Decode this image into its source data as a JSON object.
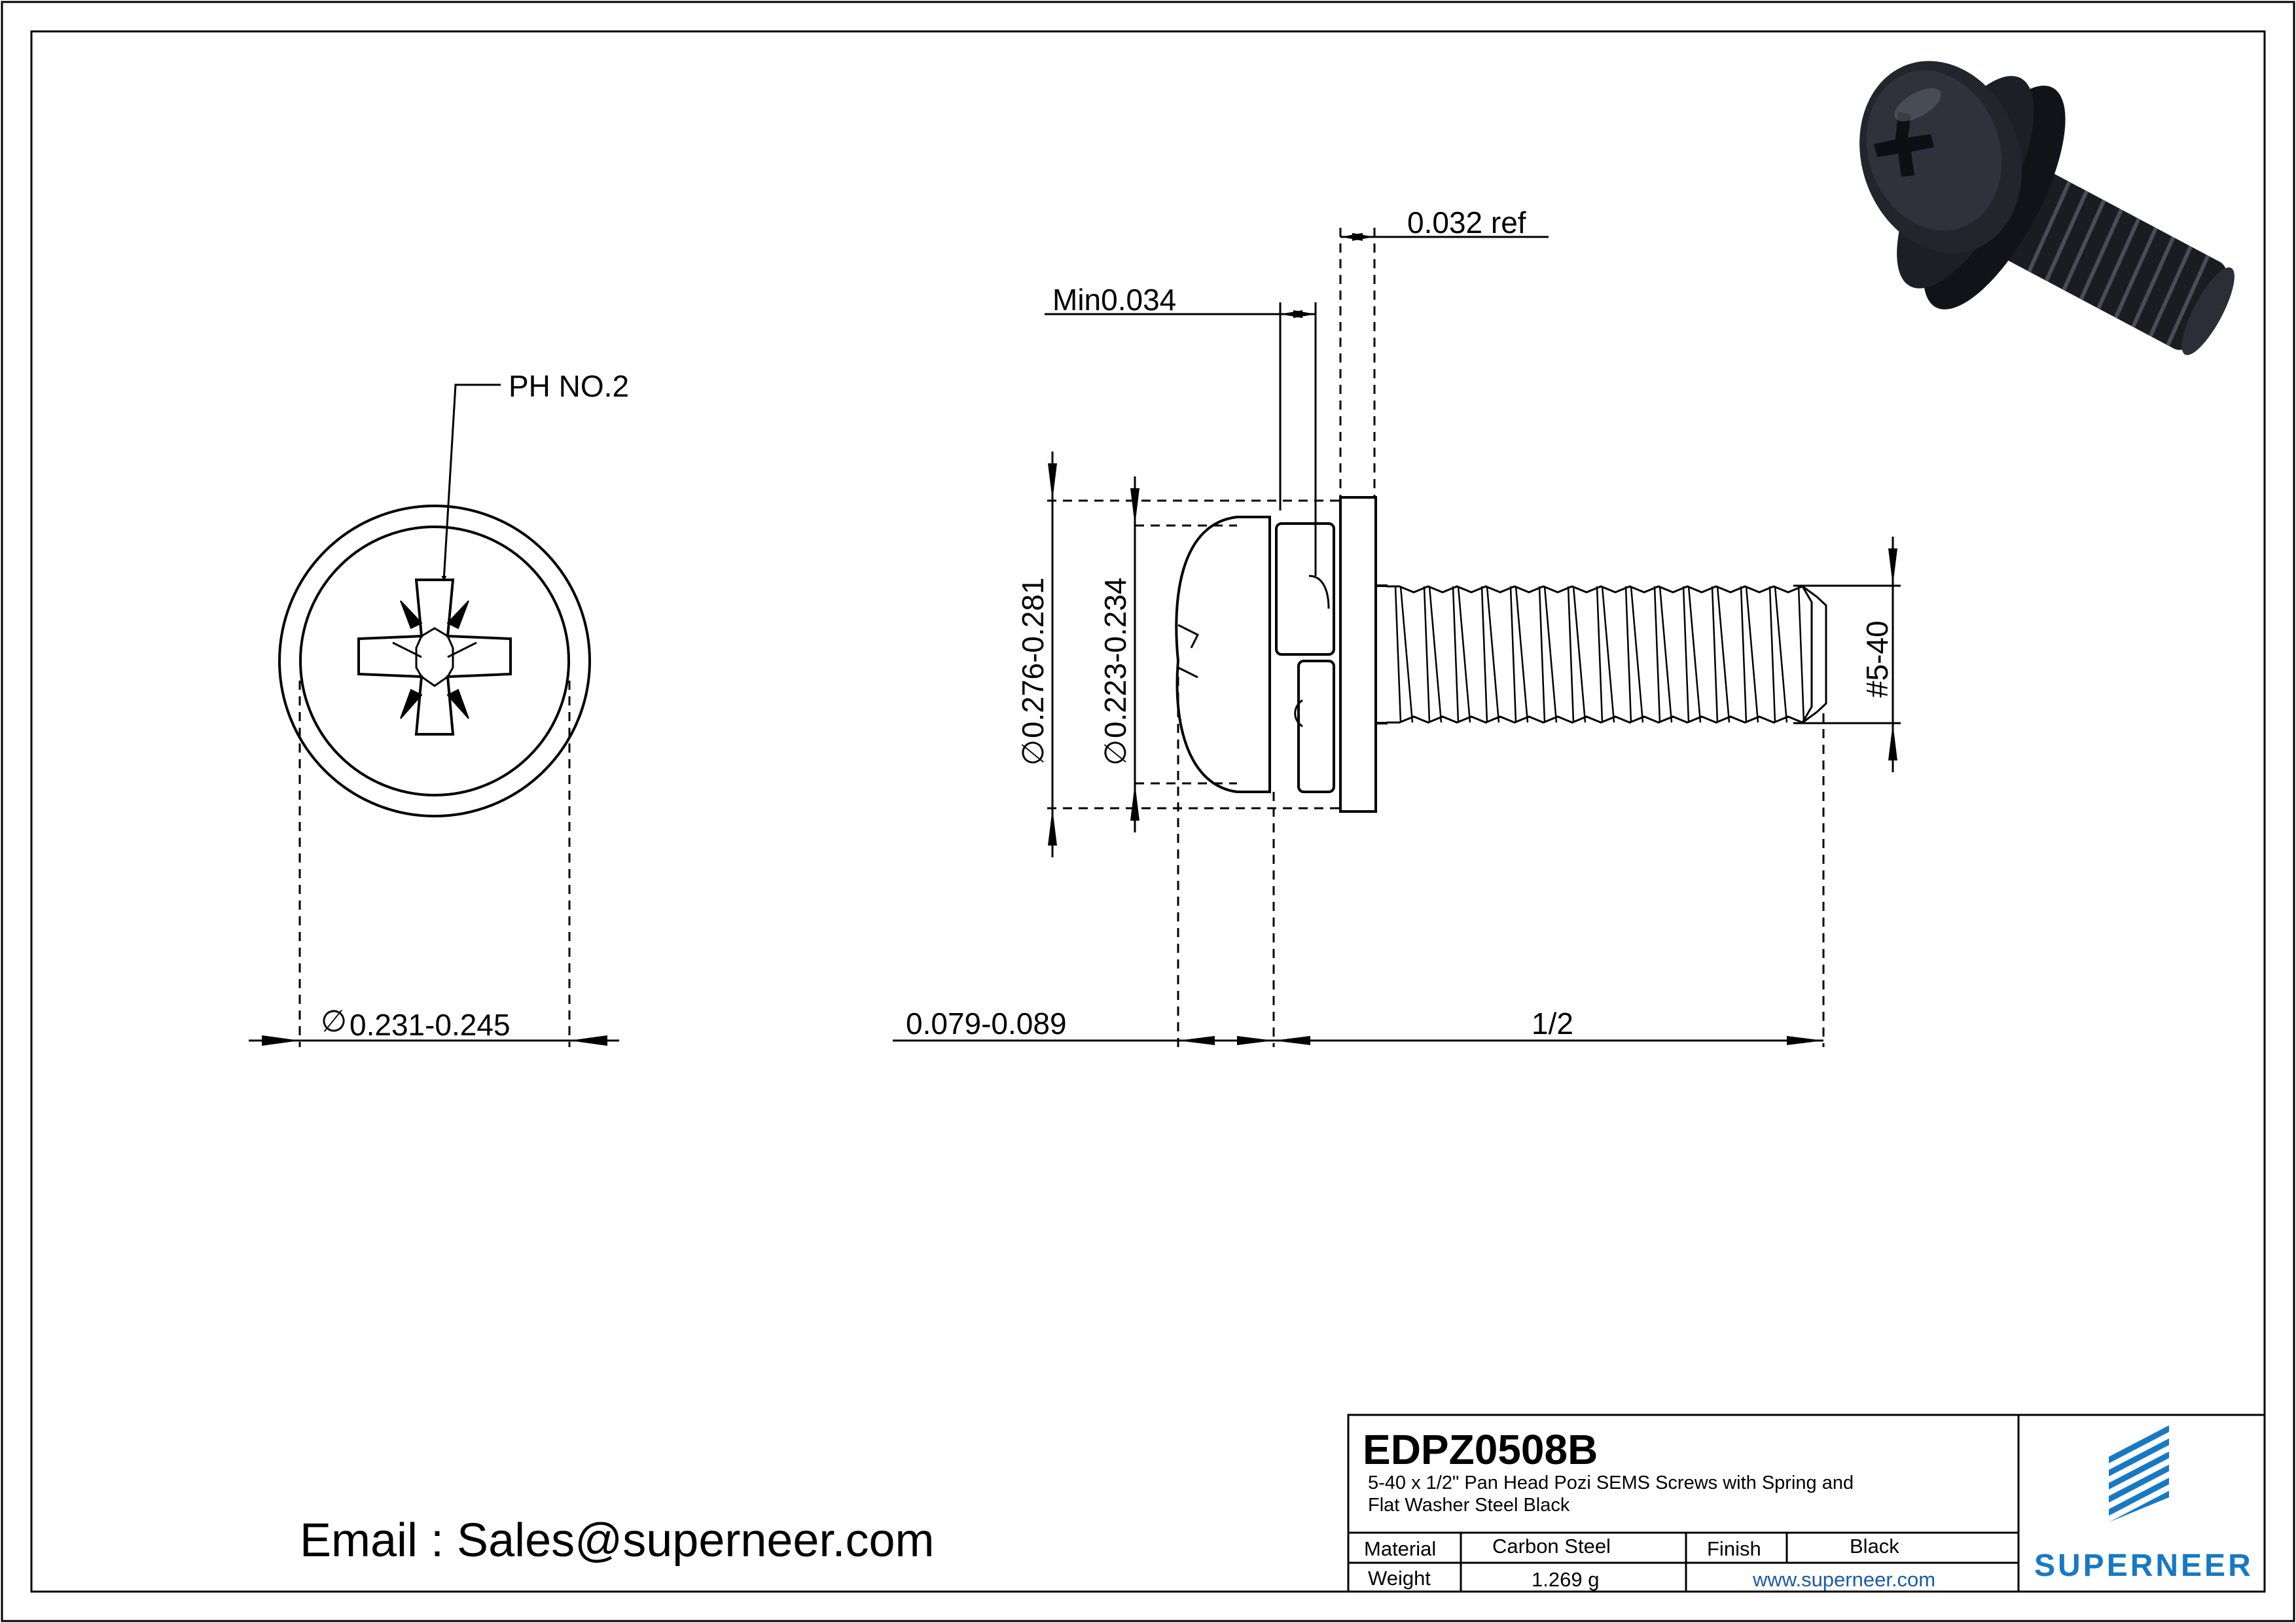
{
  "dimensions": {
    "phillips_label": "PH NO.2",
    "head_dia": "0.231-0.245",
    "min_thickness": "Min0.034",
    "washer_ref": "0.032 ref",
    "outer_dia": "0.276-0.281",
    "inner_dia": "0.223-0.234",
    "thread": "#5-40",
    "head_height": "0.079-0.089",
    "length": "1/2",
    "diameter_symbol": "∅"
  },
  "title_block": {
    "part_no": "EDPZ0508B",
    "desc_line1": "5-40 x 1/2\" Pan Head Pozi SEMS Screws with Spring and",
    "desc_line2": "Flat Washer Steel Black",
    "material_label": "Material",
    "material_value": "Carbon Steel",
    "finish_label": "Finish",
    "finish_value": "Black",
    "weight_label": "Weight",
    "weight_value": "1.269 g",
    "website": "www.superneer.com"
  },
  "brand": "SUPERNEER",
  "email": "Email : Sales@superneer.com",
  "colors": {
    "line": "#000000",
    "brand_blue": "#1779c4",
    "link_blue": "#1a5aa8"
  }
}
